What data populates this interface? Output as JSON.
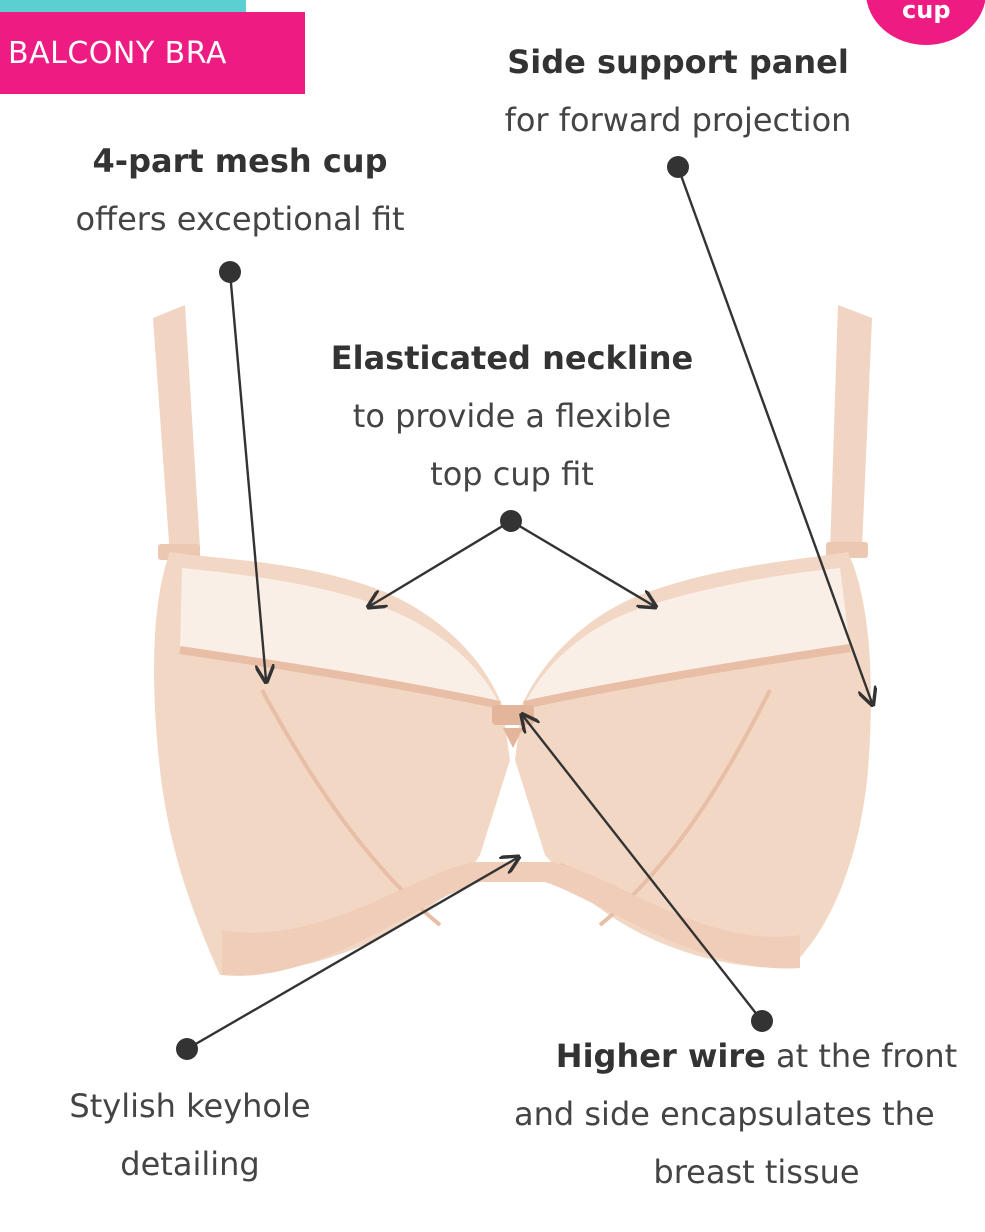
{
  "badge": {
    "label": "BALCONY BRA"
  },
  "corner_badge": {
    "label": "cup"
  },
  "colors": {
    "badge_pink": "#ee1c82",
    "accent_teal": "#5ccfd3",
    "bra_nude": "#f3d7c5",
    "mesh_light": "#f8ebe2",
    "line": "#333333"
  },
  "callouts": {
    "side_support": {
      "title": "Side support panel",
      "desc": "for forward projection"
    },
    "mesh_cup": {
      "title": "4-part mesh cup",
      "desc": "offers exceptional fit"
    },
    "neckline": {
      "title": "Elasticated neckline",
      "desc_line1": "to provide a flexible",
      "desc_line2": "top cup fit"
    },
    "keyhole": {
      "line1": "Stylish keyhole",
      "line2": "detailing"
    },
    "wire": {
      "title": "Higher wire",
      "desc_inline": " at the front",
      "line2": "and side encapsulates the",
      "line3": "breast tissue"
    }
  },
  "product_image": {
    "icon": "bra-illustration"
  }
}
